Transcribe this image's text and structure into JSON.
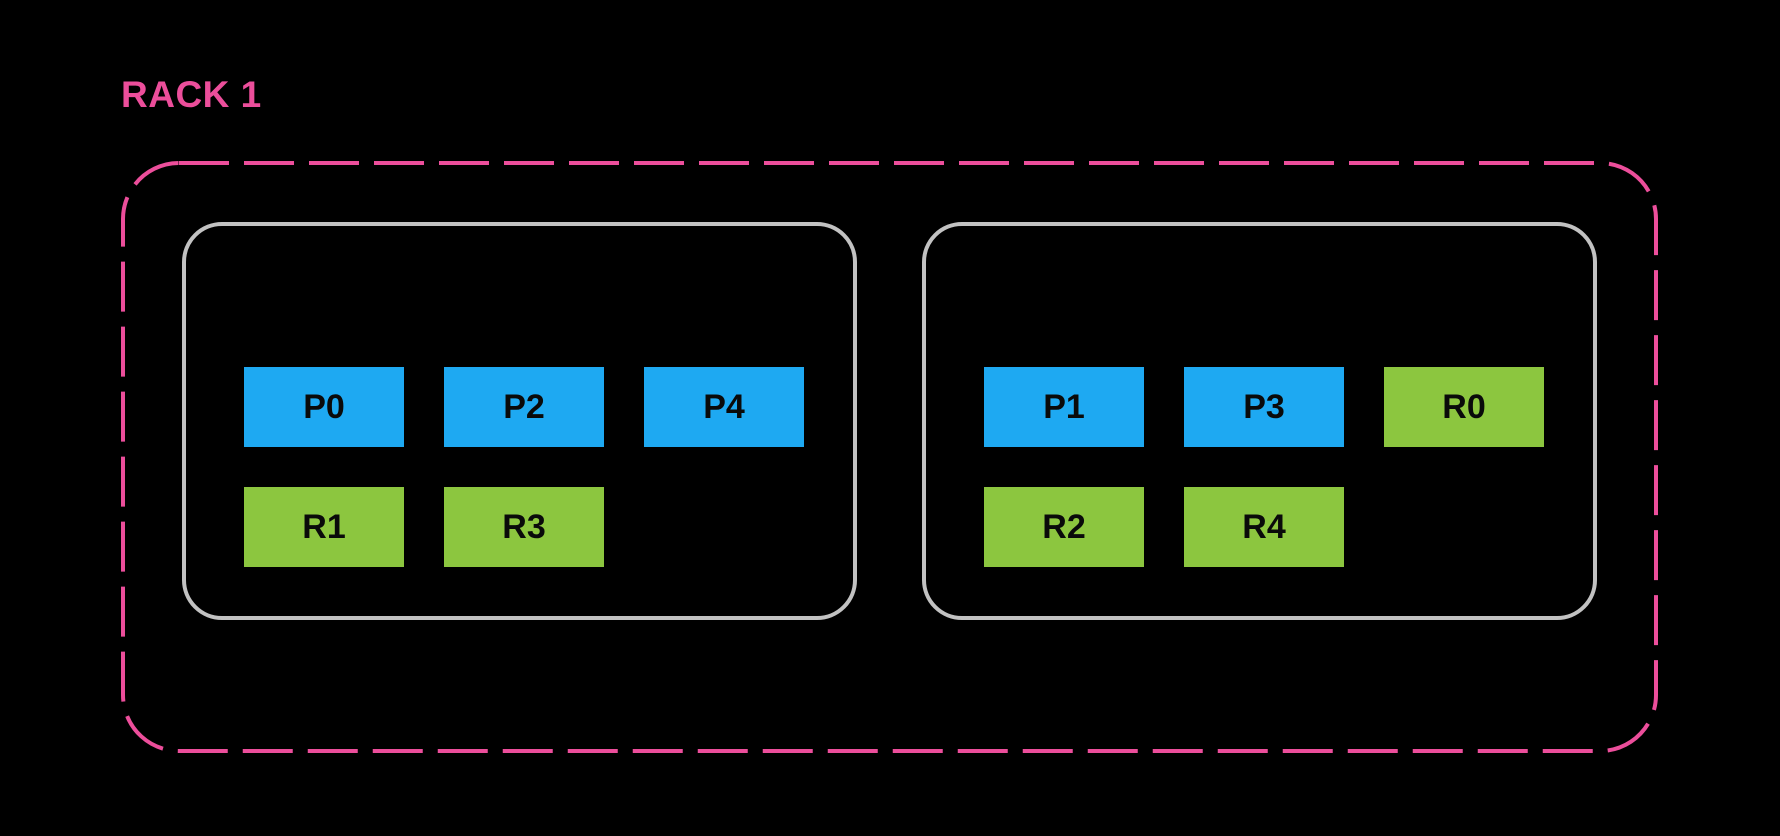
{
  "rack": {
    "label": "RACK 1",
    "nodes": [
      {
        "blocks": [
          {
            "label": "P0",
            "kind": "primary",
            "row": 0,
            "col": 0
          },
          {
            "label": "P2",
            "kind": "primary",
            "row": 0,
            "col": 1
          },
          {
            "label": "P4",
            "kind": "primary",
            "row": 0,
            "col": 2
          },
          {
            "label": "R1",
            "kind": "replica",
            "row": 1,
            "col": 0
          },
          {
            "label": "R3",
            "kind": "replica",
            "row": 1,
            "col": 1
          }
        ]
      },
      {
        "blocks": [
          {
            "label": "P1",
            "kind": "primary",
            "row": 0,
            "col": 0
          },
          {
            "label": "P3",
            "kind": "primary",
            "row": 0,
            "col": 1
          },
          {
            "label": "R0",
            "kind": "replica",
            "row": 0,
            "col": 2
          },
          {
            "label": "R2",
            "kind": "replica",
            "row": 1,
            "col": 0
          },
          {
            "label": "R4",
            "kind": "replica",
            "row": 1,
            "col": 1
          }
        ]
      }
    ]
  },
  "colors": {
    "background": "#000000",
    "rack_border": "#EC4E9B",
    "node_border": "#C2C2C2",
    "primary_block": "#1EA9F2",
    "replica_block": "#8CC63F",
    "block_label": "#0A0A0A"
  }
}
